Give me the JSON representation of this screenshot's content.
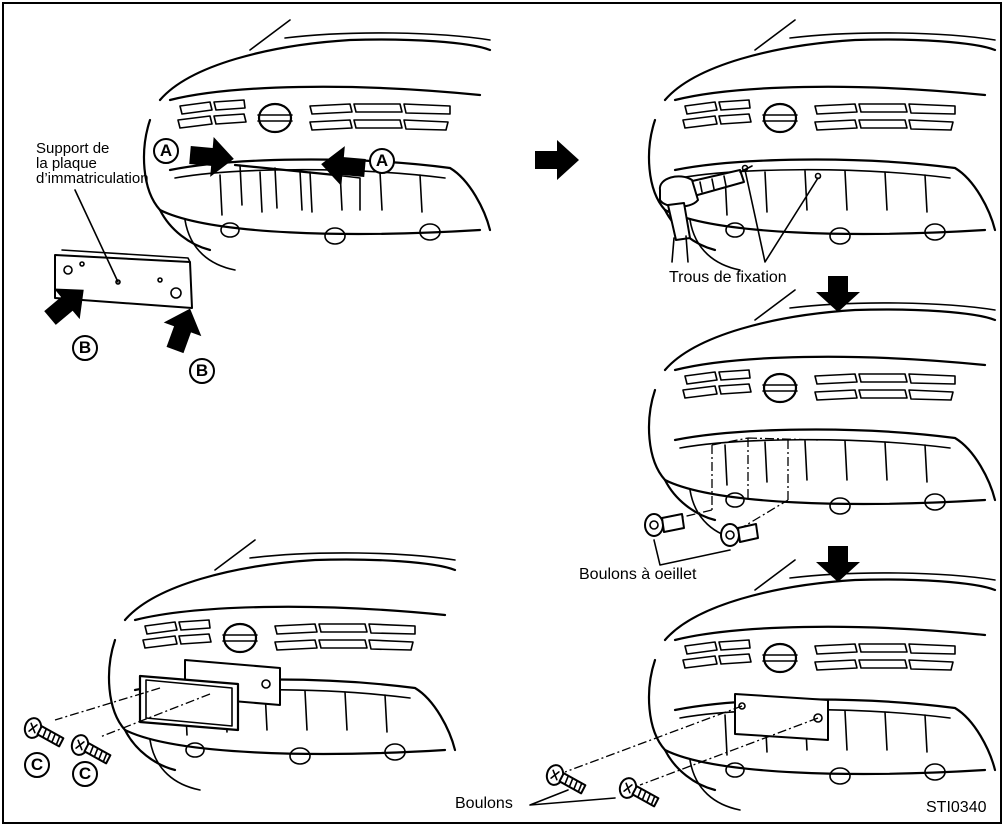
{
  "labels": {
    "support": "Support de\nla plaque\nd’immatriculation",
    "trous": "Trous de fixation",
    "boulons_oeillet": "Boulons à oeillet",
    "boulons": "Boulons",
    "code": "STI0340"
  },
  "letters": {
    "a": "A",
    "b": "B",
    "c": "C"
  }
}
